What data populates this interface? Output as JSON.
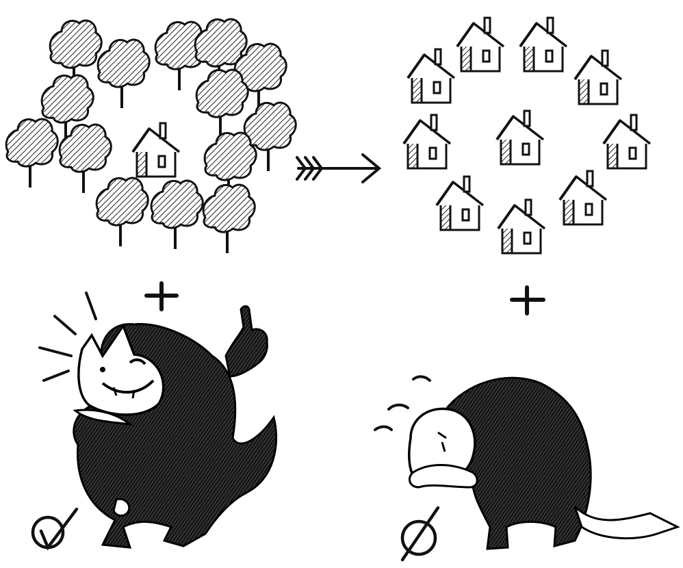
{
  "illustration": {
    "top_left_scene": "forest-with-one-house",
    "top_right_scene": "ring-of-houses-around-house",
    "arrow": "arrow-right",
    "bottom_left_marker": "check-circle-icon",
    "bottom_right_marker": "crossed-circle-icon",
    "plus_signs": 2
  },
  "colors": {
    "ink": "#111111",
    "paper": "#ffffff"
  }
}
